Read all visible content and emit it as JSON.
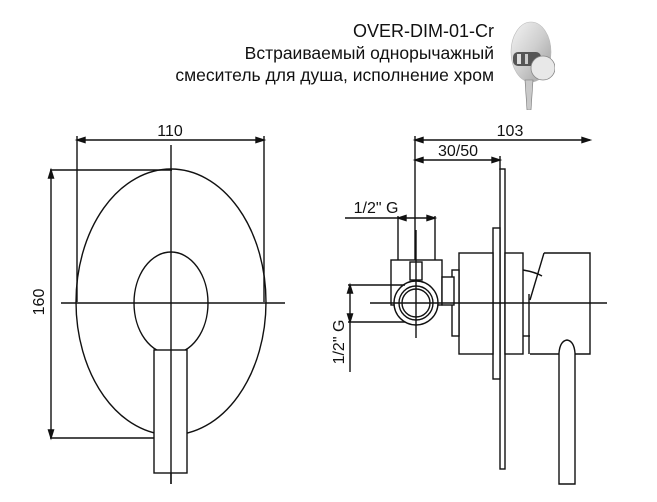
{
  "header": {
    "model_code": "OVER-DIM-01-Cr",
    "description_line1": "Встраиваемый однорычажный",
    "description_line2": "смеситель для душа, исполнение хром"
  },
  "product_image": {
    "icon": "chrome-shower-mixer-photo"
  },
  "front_view": {
    "width_label": "110",
    "height_label": "160"
  },
  "side_view": {
    "depth_label": "103",
    "install_depth_label": "30/50",
    "top_thread_label": "1/2\" G",
    "side_thread_label": "1/2\" G"
  },
  "colors": {
    "line": "#111111",
    "background": "#ffffff"
  }
}
